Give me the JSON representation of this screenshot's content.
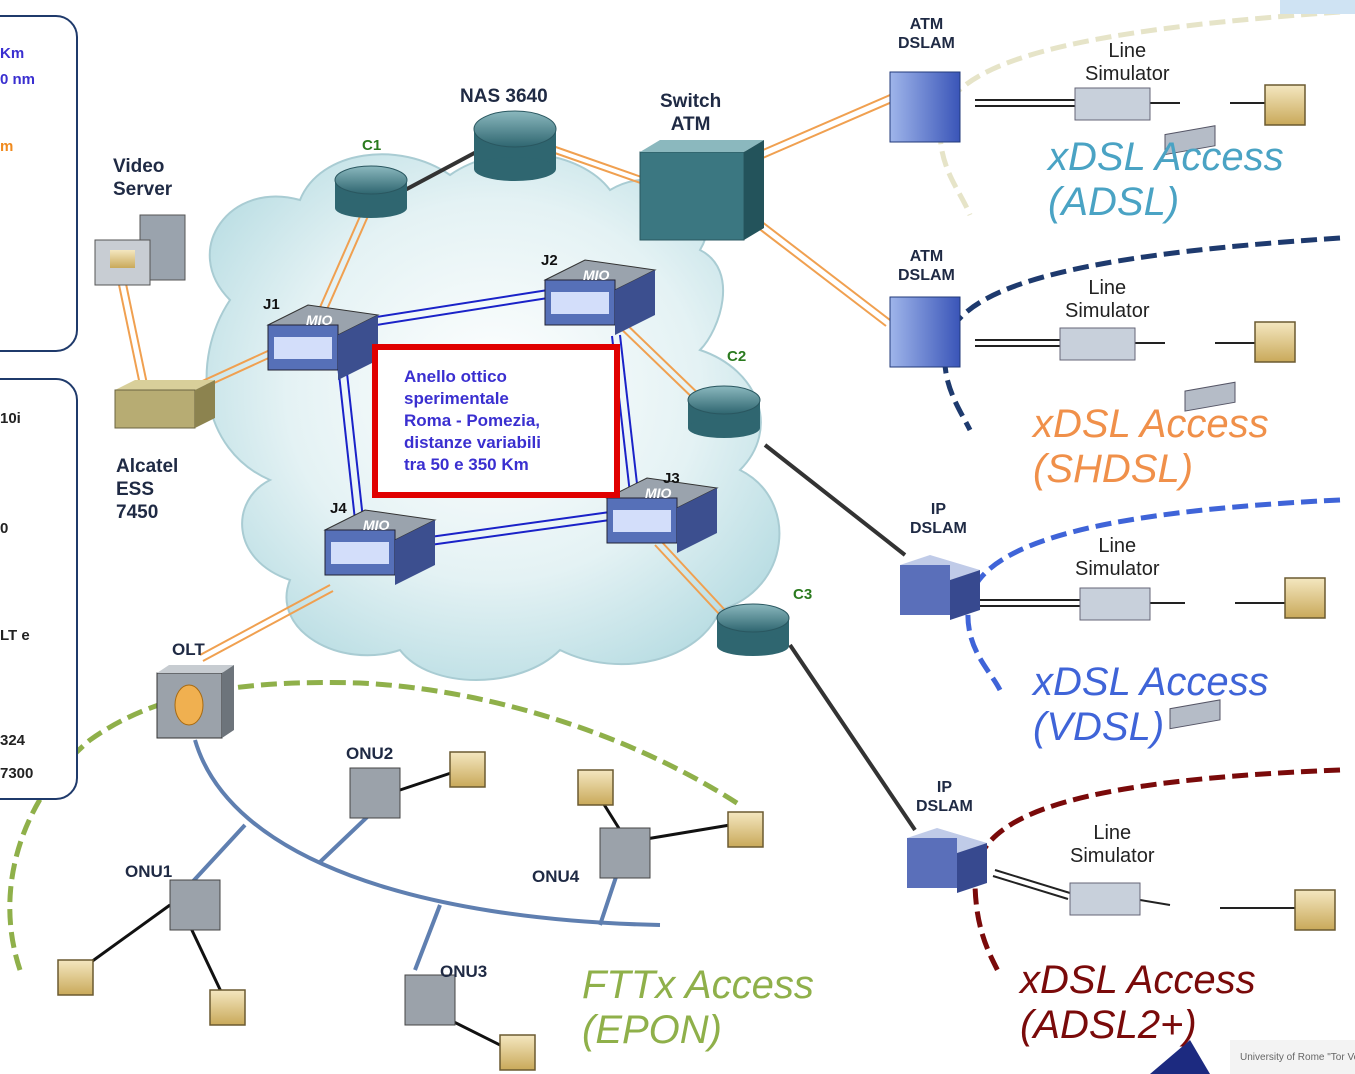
{
  "legend_top": [
    "Km",
    "0 nm",
    "m"
  ],
  "legend_bottom": [
    "10i",
    "0",
    "LT e",
    "324",
    "7300"
  ],
  "devices": {
    "video_server": "Video\nServer",
    "alcatel": "Alcatel\nESS\n7450",
    "nas": "NAS 3640",
    "switch_atm": "Switch\nATM",
    "olt": "OLT",
    "atm_dslam_1": "ATM\nDSLAM",
    "atm_dslam_2": "ATM\nDSLAM",
    "ip_dslam_1": "IP\nDSLAM",
    "ip_dslam_2": "IP\nDSLAM"
  },
  "routers": {
    "c1": "C1",
    "c2": "C2",
    "c3": "C3"
  },
  "junctions": {
    "j1": "J1",
    "j2": "J2",
    "j3": "J3",
    "j4": "J4"
  },
  "onus": {
    "onu1": "ONU1",
    "onu2": "ONU2",
    "onu3": "ONU3",
    "onu4": "ONU4"
  },
  "ring_note": "Anello ottico\nsperimentale\nRoma - Pomezia,\ndistanze variabili\ntra 50 e 350 Km",
  "line_simulator": "Line\nSimulator",
  "access": [
    {
      "line1": "xDSL Access",
      "line2": "(ADSL)",
      "color": "#4aa3c4"
    },
    {
      "line1": "xDSL Access",
      "line2": "(SHDSL)",
      "color": "#f0904a"
    },
    {
      "line1": "xDSL Access",
      "line2": "(VDSL)",
      "color": "#3f64d8"
    },
    {
      "line1": "xDSL Access",
      "line2": "(ADSL2+)",
      "color": "#7a0a0a"
    },
    {
      "line1": "FTTx Access",
      "line2": "(EPON)",
      "color": "#8fb04a"
    }
  ],
  "mio_label": "MIO",
  "university": "University of Rome \"Tor Verg",
  "colors": {
    "blue_legend": "#3a2fd0",
    "orange_legend": "#f08a1e",
    "ring_border": "#e00000",
    "router_label": "#2a7a1e"
  }
}
